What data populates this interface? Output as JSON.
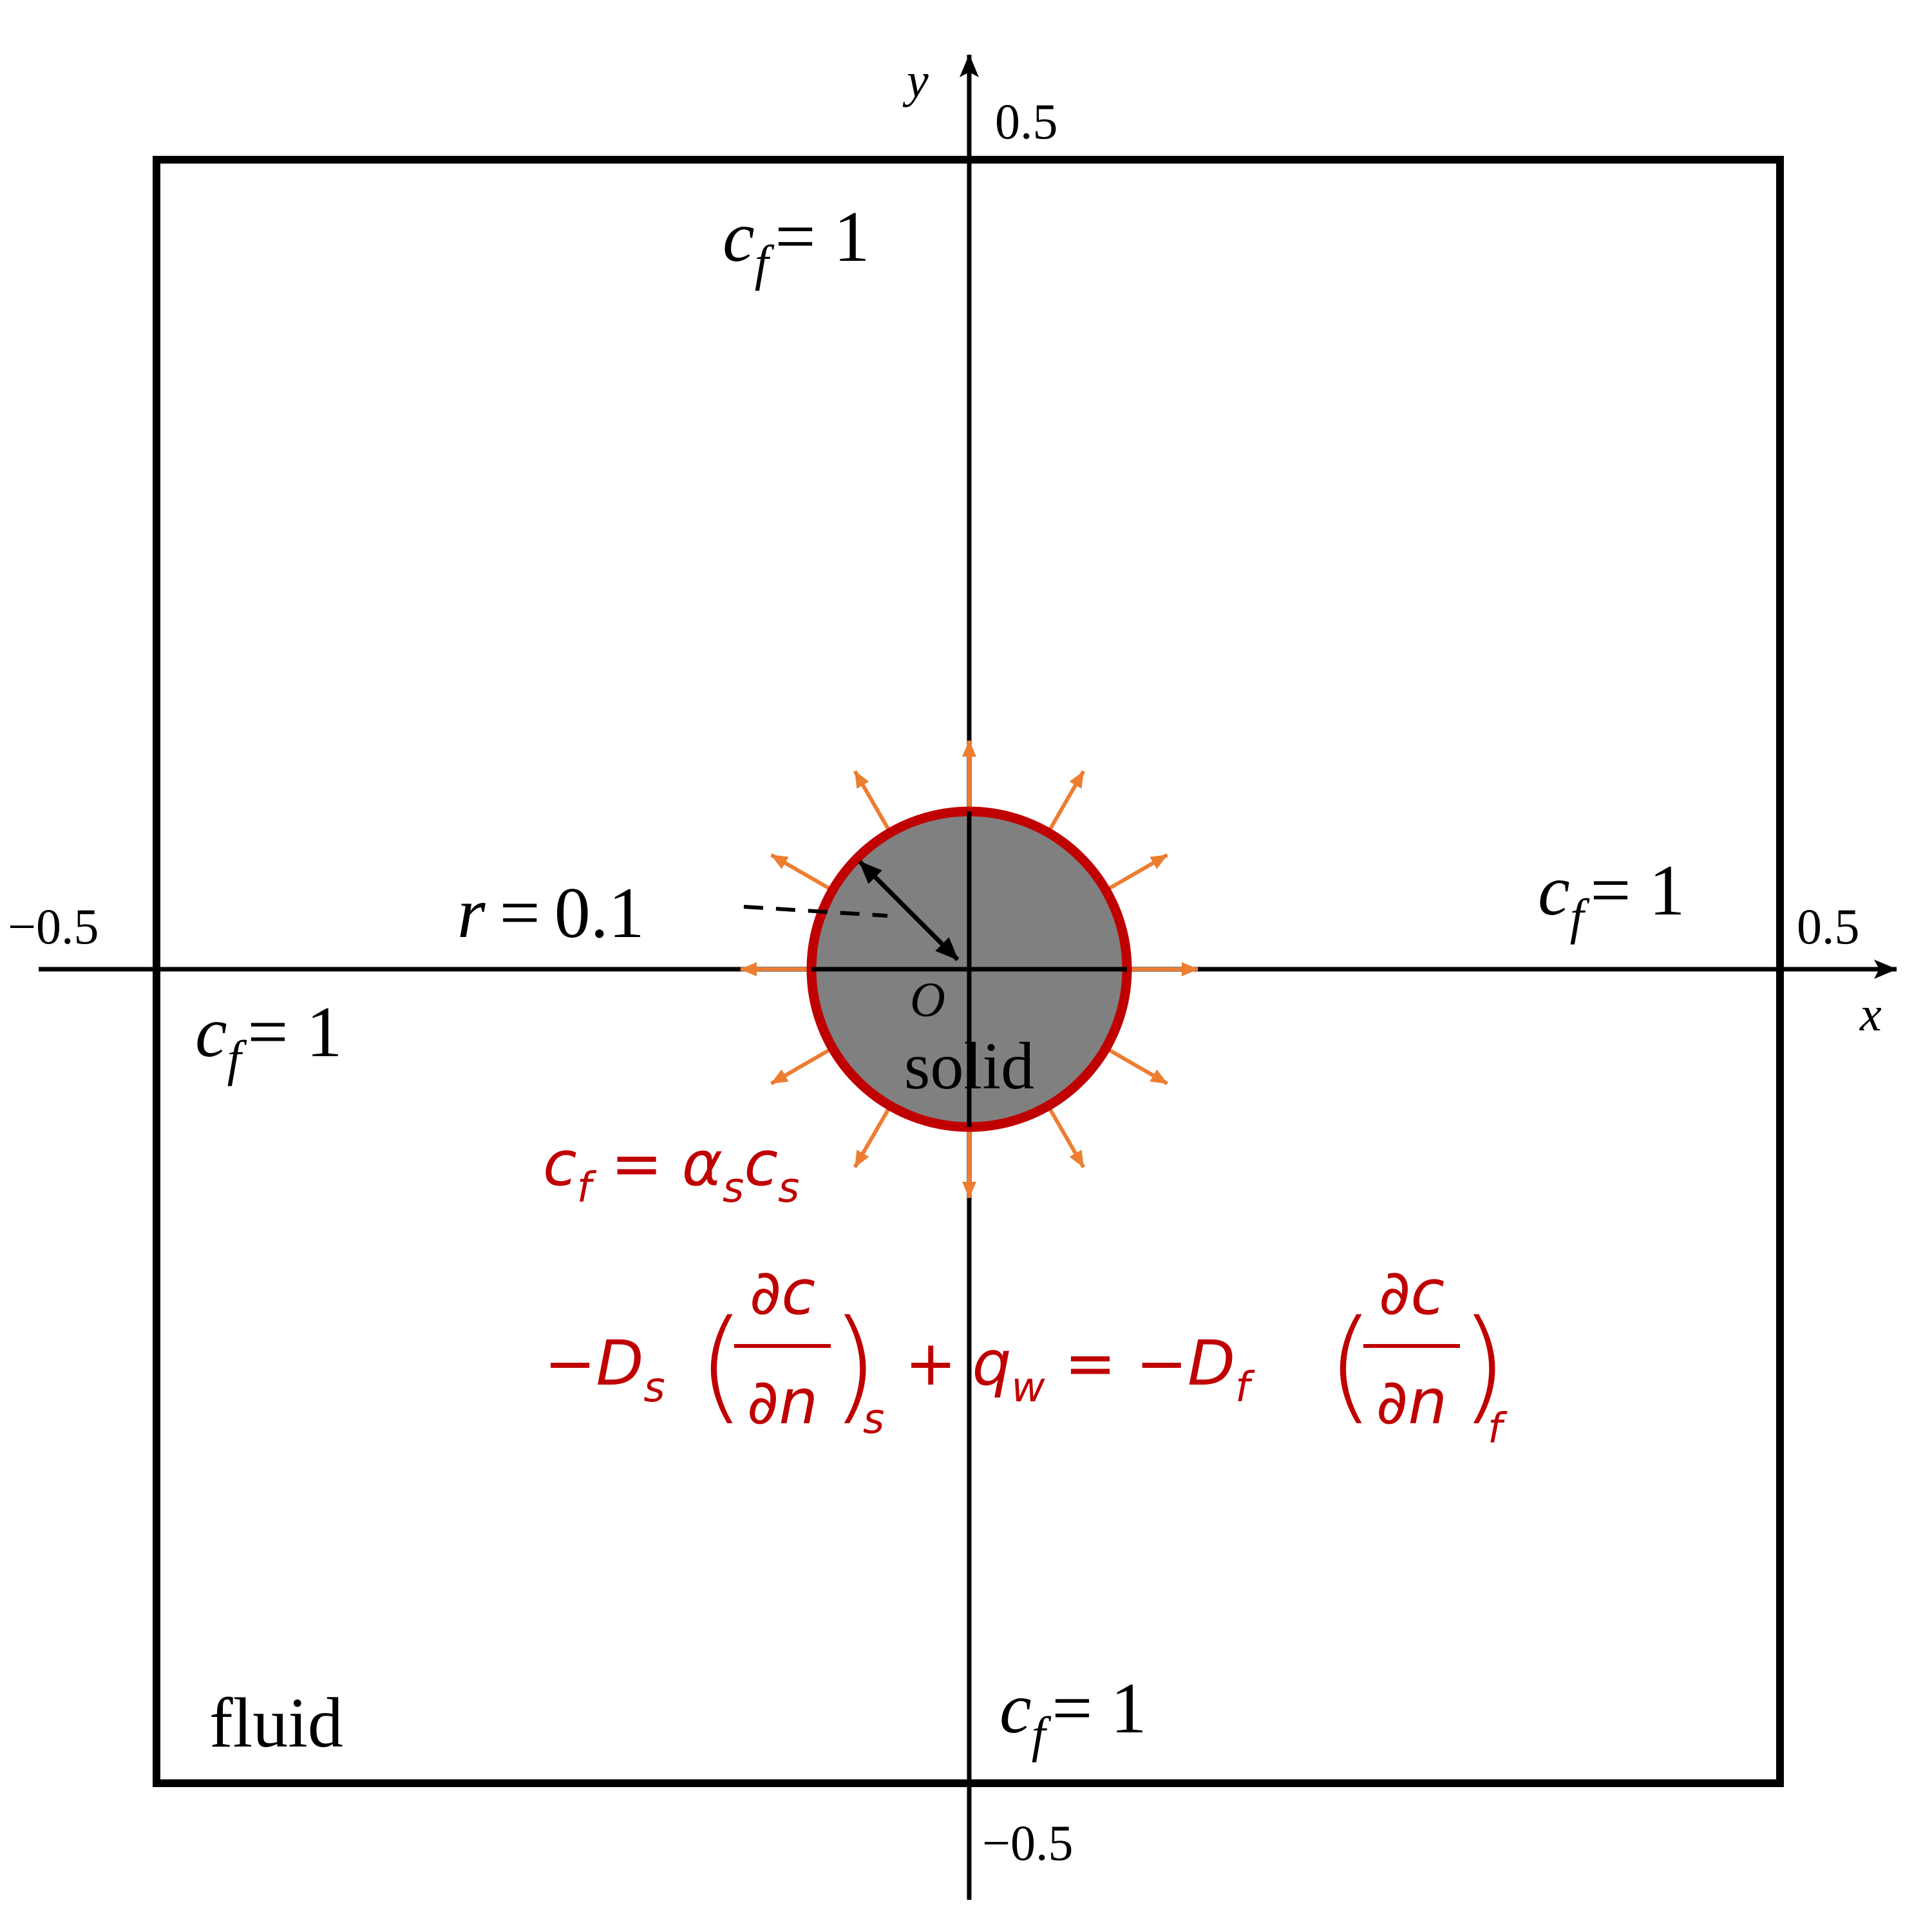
{
  "colors": {
    "boundary": "#000000",
    "axis": "#000000",
    "solid_fill": "#808080",
    "interface_ring": "#c00000",
    "flux_arrows": "#ed7d31",
    "equation_text": "#c00000"
  },
  "axes": {
    "x_label": "x",
    "y_label": "y",
    "origin_label": "O",
    "x_min_label": "−0.5",
    "x_max_label": "0.5",
    "y_min_label": "−0.5",
    "y_max_label": "0.5"
  },
  "regions": {
    "fluid_label": "fluid",
    "solid_label": "solid"
  },
  "radius_label": {
    "var": "r",
    "equals": "=",
    "value": "0.1"
  },
  "boundary_conditions": {
    "top": {
      "var": "c",
      "sub": "f",
      "rhs": "= 1"
    },
    "right": {
      "var": "c",
      "sub": "f",
      "rhs": "= 1"
    },
    "left": {
      "var": "c",
      "sub": "f",
      "rhs": "= 1"
    },
    "bottom": {
      "var": "c",
      "sub": "f",
      "rhs": "= 1"
    }
  },
  "interface_conditions": {
    "partition": {
      "lhs_var": "c",
      "lhs_sub": "f",
      "eq": "=",
      "alpha": "α",
      "alpha_sub": "s",
      "c": "c",
      "c_sub": "s"
    },
    "flux": {
      "minus": "−",
      "Ds": "D",
      "Ds_sub": "s",
      "num": "∂c",
      "den": "∂n",
      "sub_s": "s",
      "plus": "+",
      "q": "q",
      "q_sub": "w",
      "eq": "= −",
      "Df": "D",
      "Df_sub": "f",
      "sub_f": "f"
    }
  },
  "flux_arrow_count": 12
}
